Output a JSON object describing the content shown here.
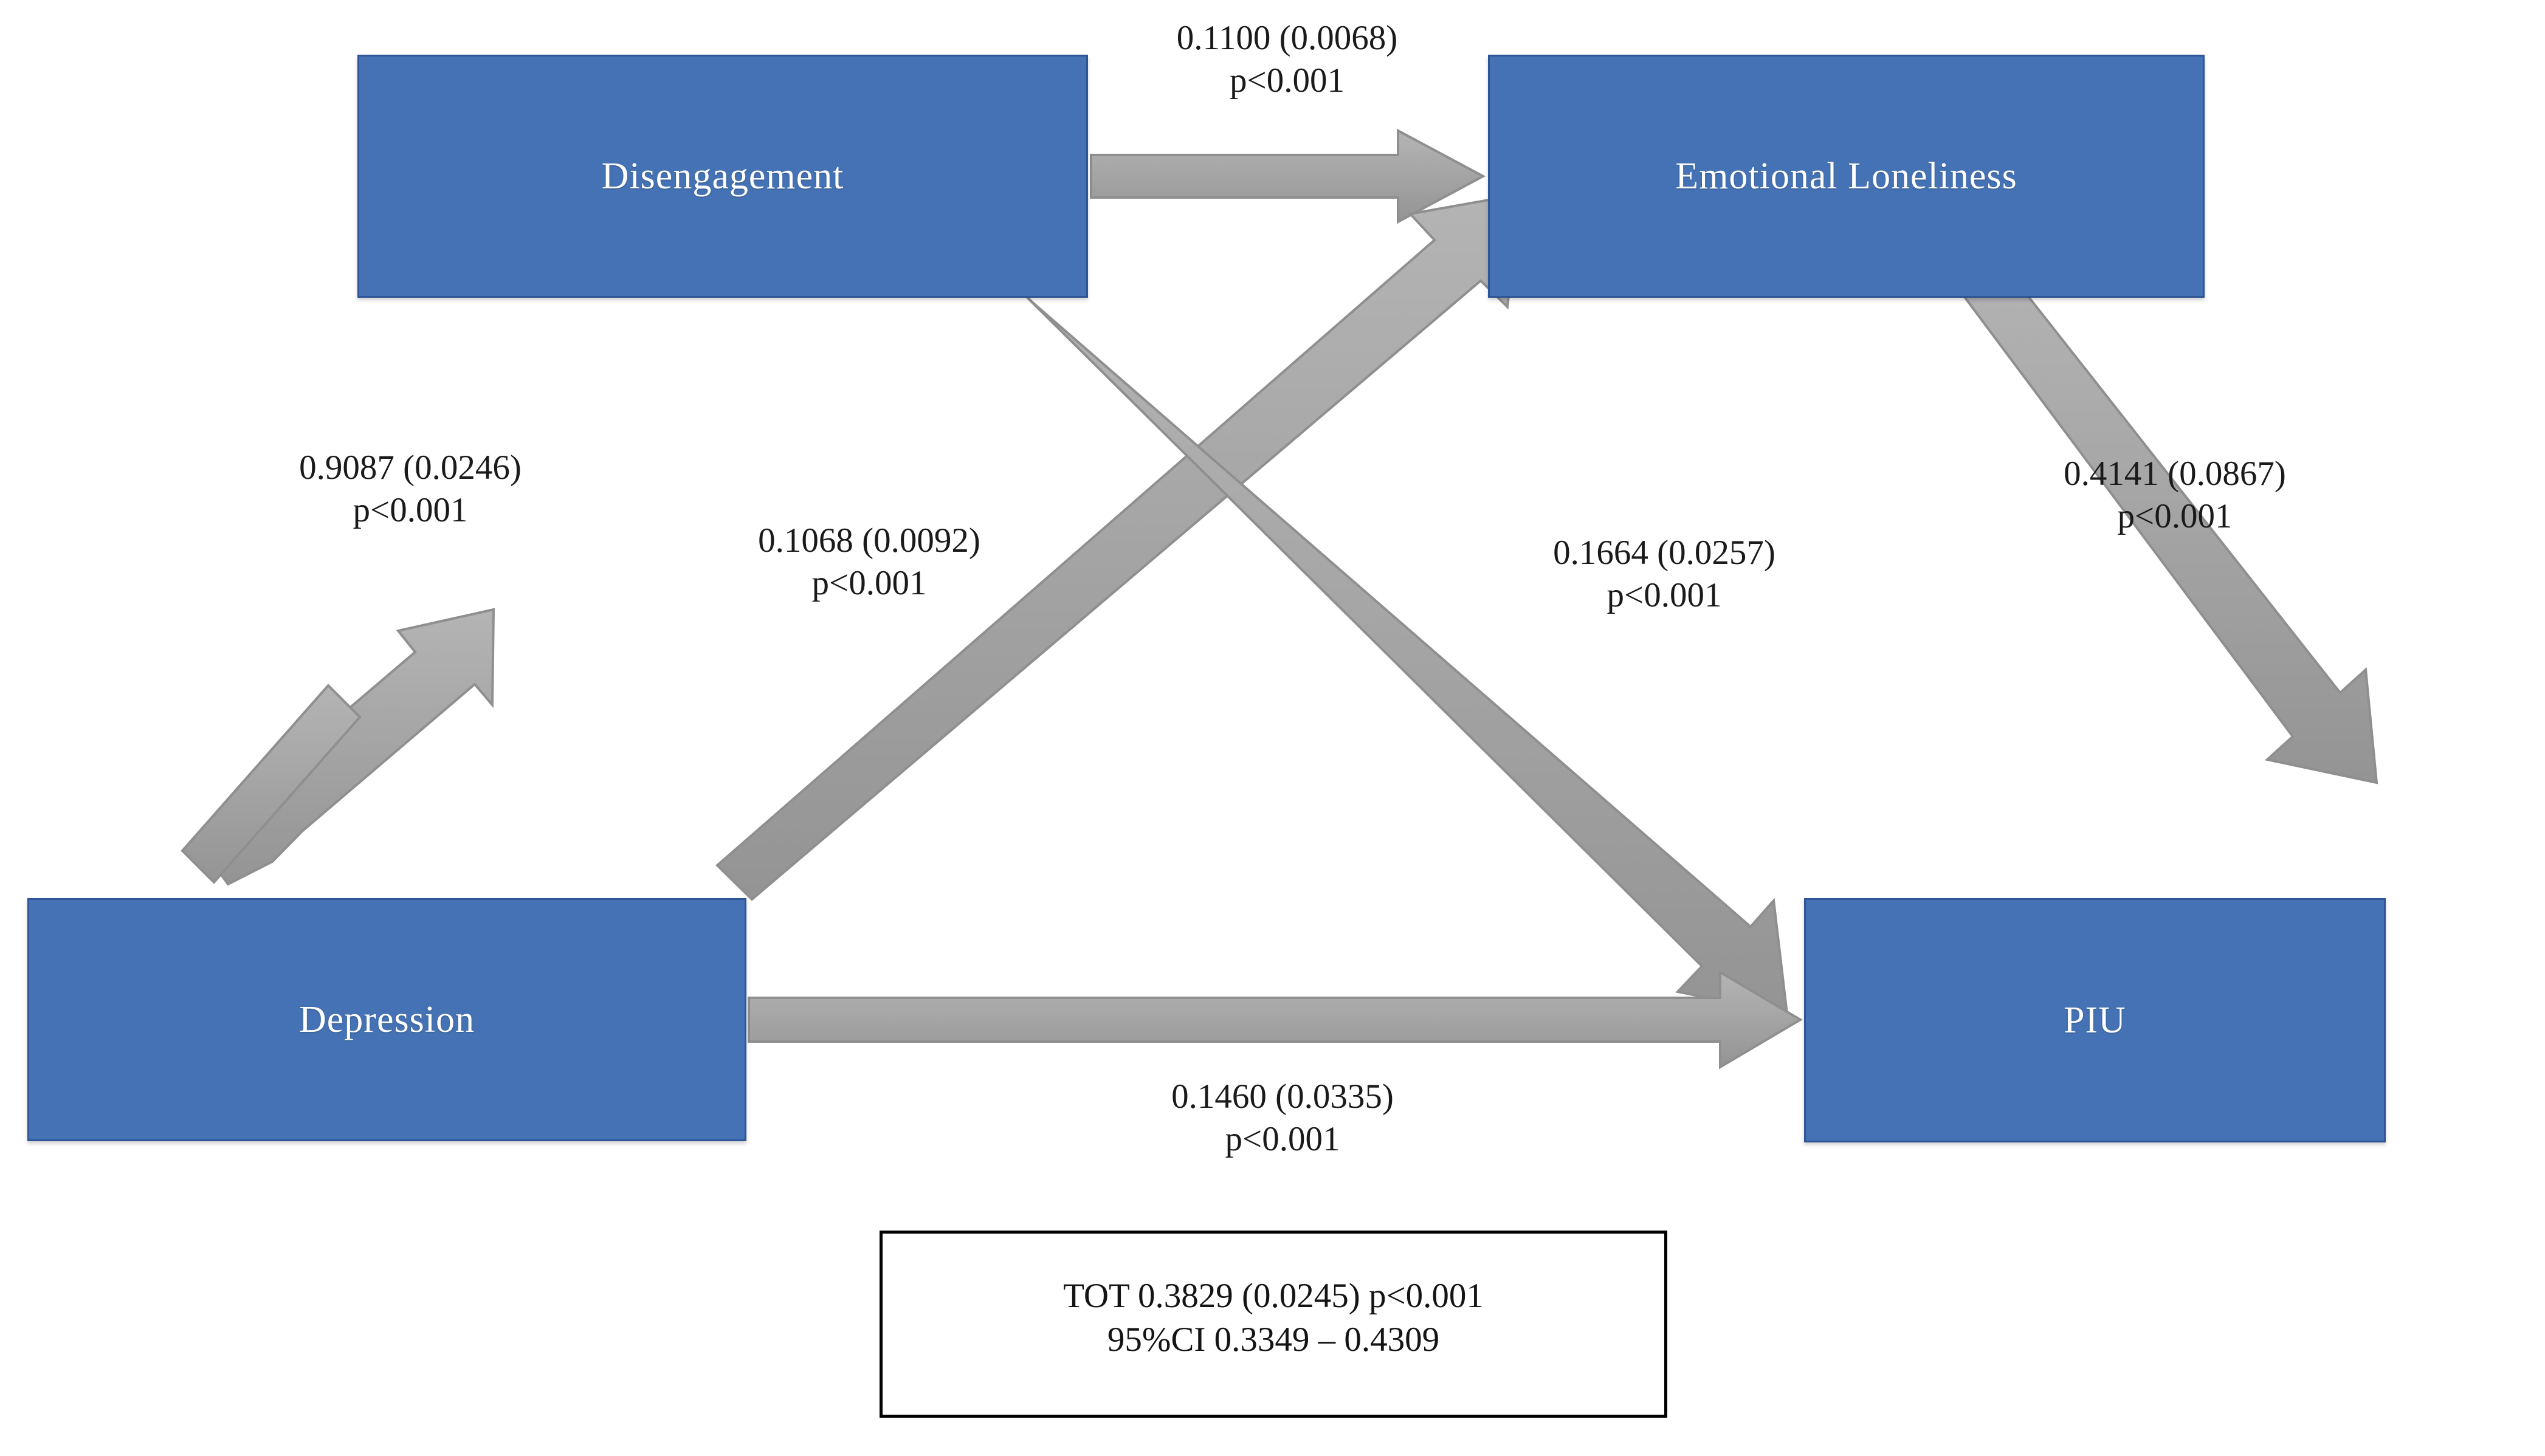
{
  "figure": {
    "type": "path-diagram",
    "description": "Structural equation / mediation path model linking Depression, Disengagement, Emotional Loneliness and PIU",
    "colors": {
      "node_fill": "#4472B4",
      "node_border": "#2F5597",
      "node_text": "#FFFFFF",
      "arrow_fill": "#A6A6A6",
      "arrow_stroke": "#8C8C8C",
      "label_text": "#1A1A1A",
      "background": "#FFFFFF",
      "total_box_border": "#000000"
    }
  },
  "nodes": [
    {
      "id": "disengagement",
      "label": "Disengagement"
    },
    {
      "id": "emotional_loneliness",
      "label": "Emotional Loneliness"
    },
    {
      "id": "depression",
      "label": "Depression"
    },
    {
      "id": "piu",
      "label": "PIU"
    }
  ],
  "edges": [
    {
      "id": "diseng-to-loneliness",
      "from": "Disengagement",
      "to": "Emotional Loneliness",
      "estimate": "0.1100",
      "se": "(0.0068)",
      "coef_line": "0.1100 (0.0068)",
      "p_line": "p<0.001"
    },
    {
      "id": "depression-to-diseng",
      "from": "Depression",
      "to": "Disengagement",
      "estimate": "0.9087",
      "se": "(0.0246)",
      "coef_line": "0.9087 (0.0246)",
      "p_line": "p<0.001"
    },
    {
      "id": "depression-to-loneliness",
      "from": "Depression",
      "to": "Emotional Loneliness",
      "estimate": "0.1068",
      "se": "(0.0092)",
      "coef_line": "0.1068 (0.0092)",
      "p_line": "p<0.001"
    },
    {
      "id": "diseng-to-piu",
      "from": "Disengagement",
      "to": "PIU",
      "estimate": "0.1664",
      "se": "(0.0257)",
      "coef_line": "0.1664 (0.0257)",
      "p_line": "p<0.001"
    },
    {
      "id": "loneliness-to-piu",
      "from": "Emotional Loneliness",
      "to": "PIU",
      "estimate": "0.4141",
      "se": "(0.0867)",
      "coef_line": "0.4141 (0.0867)",
      "p_line": "p<0.001"
    },
    {
      "id": "depression-to-piu",
      "from": "Depression",
      "to": "PIU",
      "estimate": "0.1460",
      "se": "(0.0335)",
      "coef_line": "0.1460 (0.0335)",
      "p_line": "p<0.001"
    }
  ],
  "total_effect": {
    "line1": "TOT 0.3829 (0.0245) p<0.001",
    "line2": "95%CI 0.3349 – 0.4309",
    "estimate": "0.3829",
    "se": "(0.0245)",
    "p": "p<0.001",
    "ci_lower": "0.3349",
    "ci_upper": "0.4309",
    "ci_label": "95%CI"
  }
}
